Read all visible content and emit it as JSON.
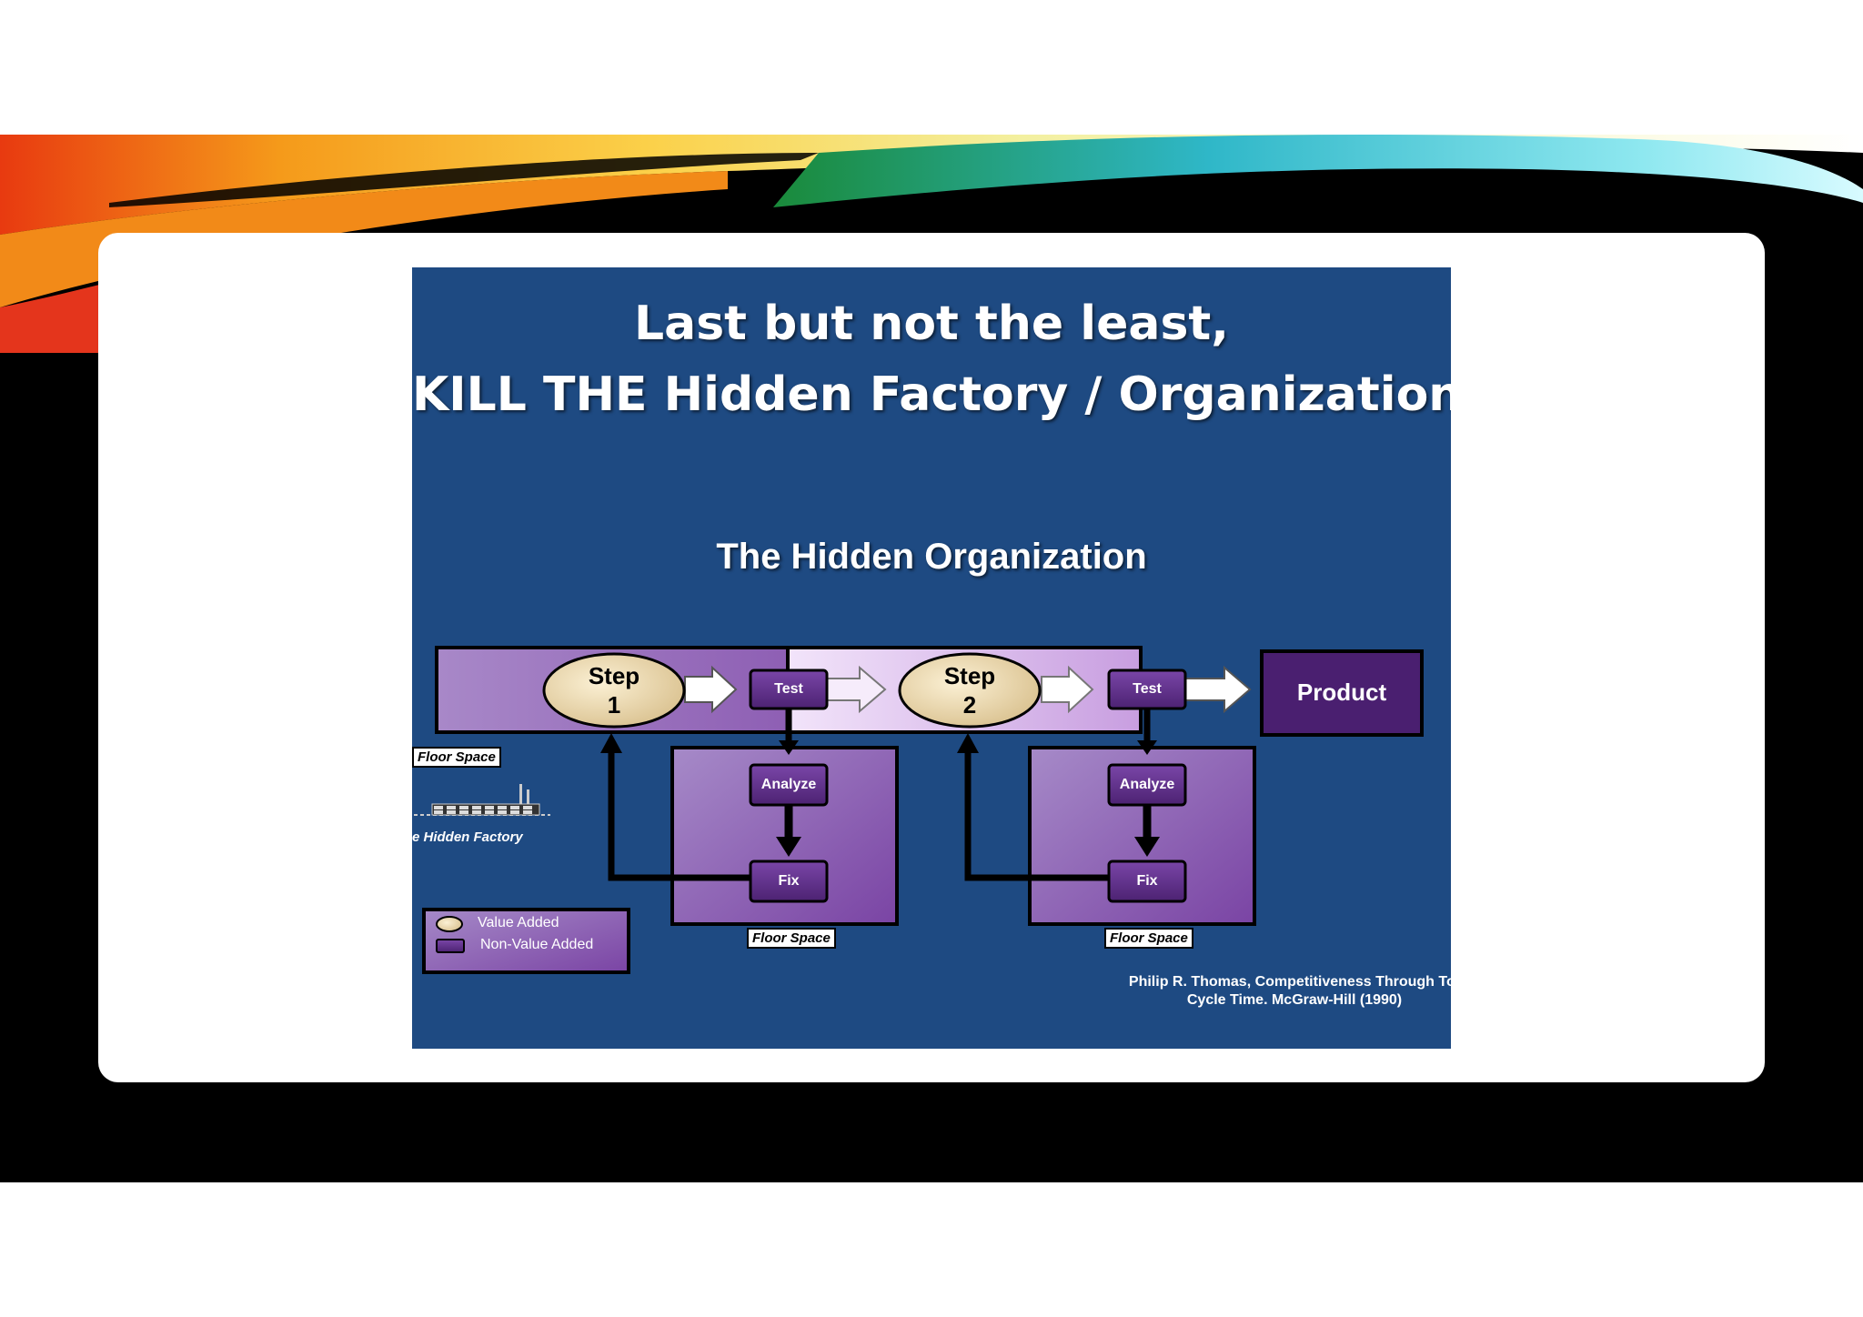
{
  "slide": {
    "title_line1": "Last but not the least,",
    "title_line2": "KILL THE Hidden Factory / Organization"
  },
  "diagram": {
    "subtitle": "The Hidden Organization",
    "step1": {
      "word": "Step",
      "number": "1"
    },
    "step2": {
      "word": "Step",
      "number": "2"
    },
    "test_label": "Test",
    "analyze_label": "Analyze",
    "fix_label": "Fix",
    "product_label": "Product",
    "floor_space_label": "Floor Space",
    "hidden_factory_label": "e Hidden Factory",
    "legend": {
      "value_added": "Value Added",
      "non_value_added": "Non-Value Added"
    },
    "citation_line1": "Philip R. Thomas, Competitiveness Through Tot",
    "citation_line2": "Cycle Time. McGraw-Hill (1990)",
    "colors": {
      "background": "#1e4a82",
      "process_purple": "#5a2d82",
      "value_added_tan": "#f0dcb0",
      "product_box": "#4a1f70"
    }
  }
}
